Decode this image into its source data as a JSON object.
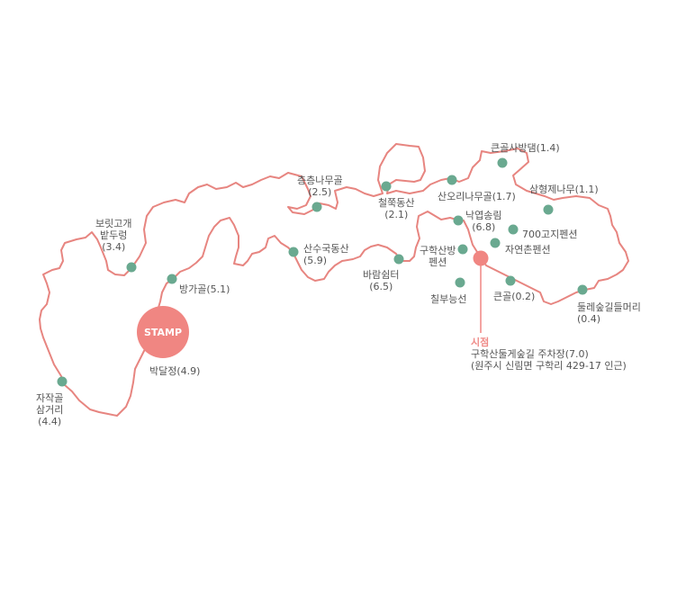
{
  "colors": {
    "route": "#e78580",
    "point": "#6aa990",
    "start": "#f08682",
    "stamp": "#f08682"
  },
  "stamp": {
    "label": "STAMP"
  },
  "start": {
    "title": "시점",
    "line1": "구학산둘게숲길 주차장(7.0)",
    "line2": "(원주시 신림면 구학리 429-17 인근)"
  },
  "points": {
    "jajakgol": [
      "자작골",
      "삼거리",
      "(4.4)"
    ],
    "borit": [
      "보릿고개",
      "밭두렁",
      "(3.4)"
    ],
    "banggagol": "방가골(5.1)",
    "bakdaljeong": "박달정(4.9)",
    "cheungcheung": [
      "층층나무골",
      "(2.5)"
    ],
    "sansu": [
      "산수국동산",
      "(5.9)"
    ],
    "cheoljjuk": [
      "철쭉동산",
      "(2.1)"
    ],
    "baram": [
      "바람쉼터",
      "(6.5)"
    ],
    "sanori": "산오리나무골(1.7)",
    "keungolsabang": "큰골사방댐(1.4)",
    "samhyeong": "삼형제나무(1.1)",
    "nagyeop": [
      "낙엽송림",
      "(6.8)"
    ],
    "guhaksanbang": [
      "구학산방",
      "펜션"
    ],
    "chilbu": "칠부능선",
    "pension700": "700고지펜션",
    "jayeonchon": "자연촌펜션",
    "keungol": "큰골(0.2)",
    "dulle": [
      "둘레숲길들머리",
      "(0.4)"
    ]
  }
}
